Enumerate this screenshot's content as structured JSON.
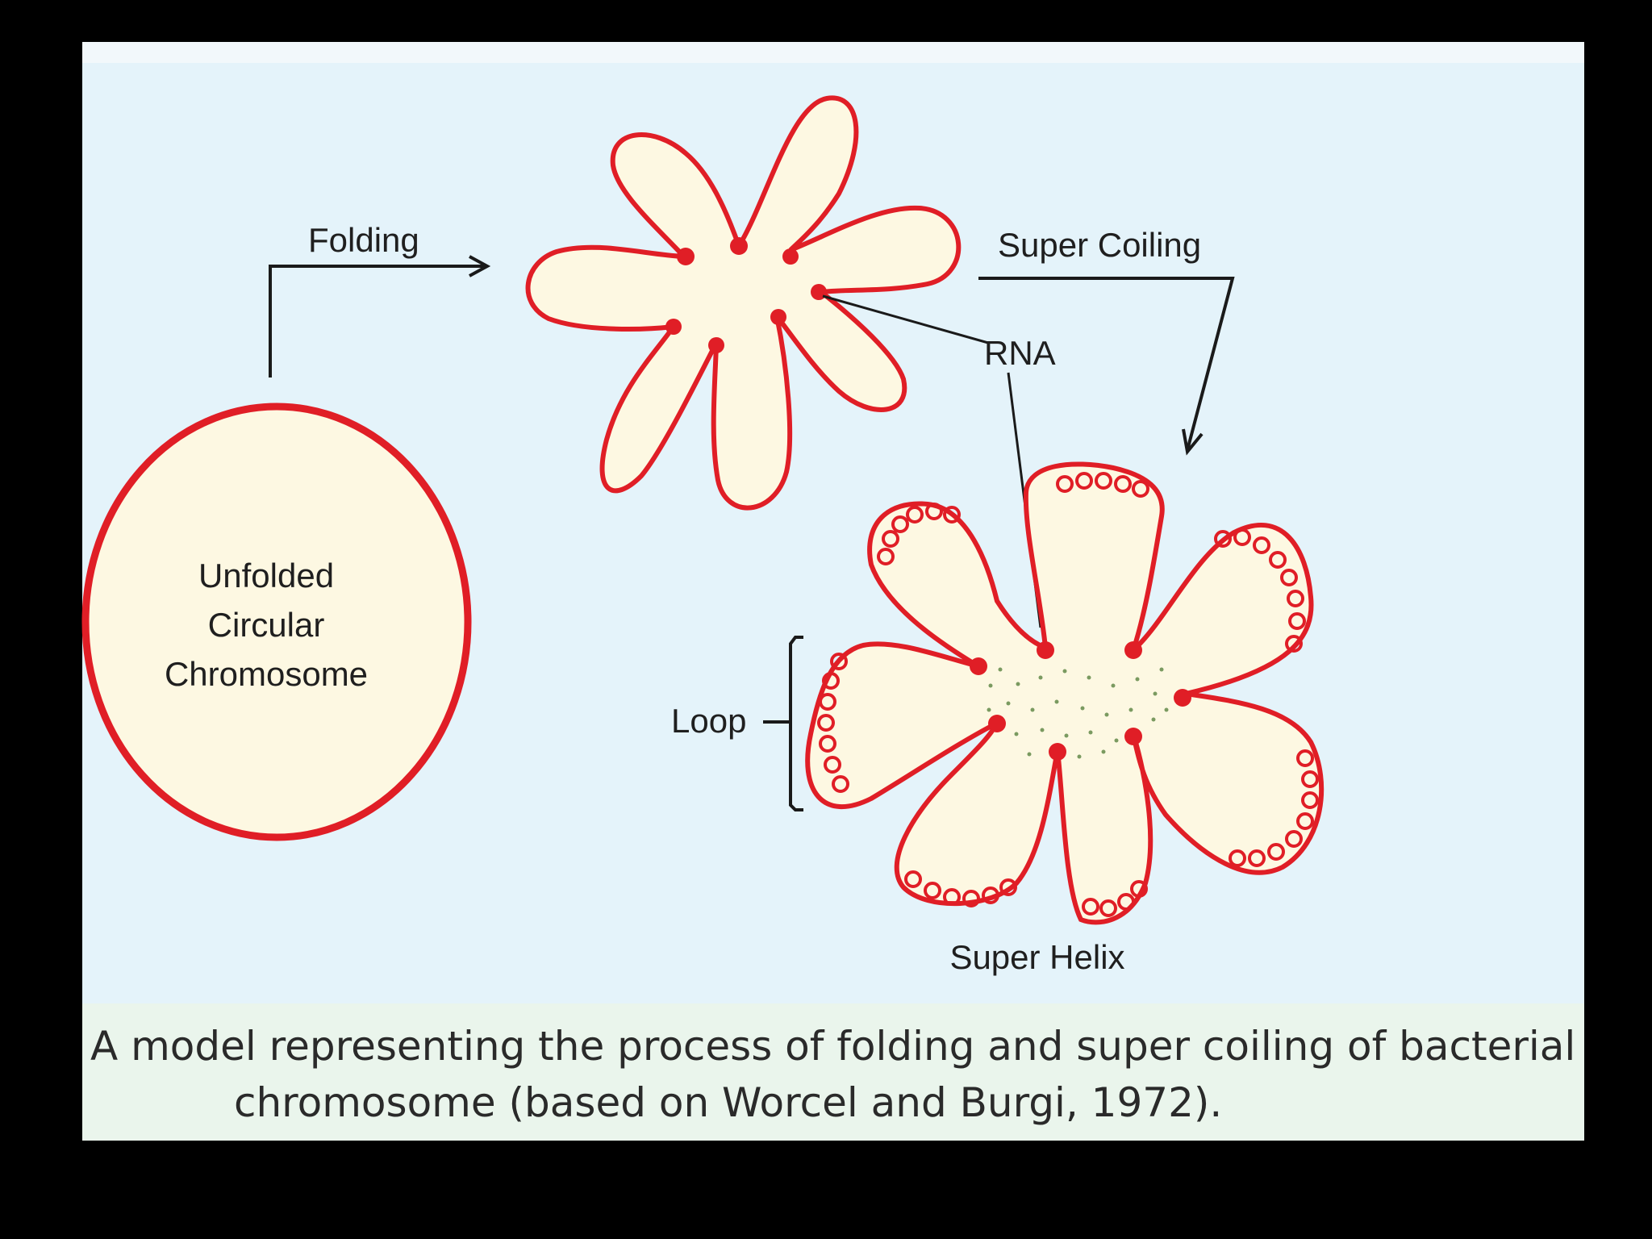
{
  "colors": {
    "background": "#000000",
    "panel": "#e4f3fa",
    "caption_band": "#eaf5ec",
    "strand": "#e01e26",
    "fill": "#fdf8e2",
    "line": "#1a1a1a"
  },
  "labels": {
    "folding": "Folding",
    "super_coiling": "Super Coiling",
    "rna": "RNA",
    "loop": "Loop",
    "super_helix": "Super Helix",
    "unfolded_line1": "Unfolded",
    "unfolded_line2": "Circular",
    "unfolded_line3": "Chromosome"
  },
  "caption": {
    "line1": "A model representing the process of folding and super coiling of bacterial",
    "line2": "chromosome (based on Worcel and Burgi, 1972)."
  },
  "icons": [
    "folding-arrow-icon",
    "super-coiling-arrow-icon"
  ]
}
